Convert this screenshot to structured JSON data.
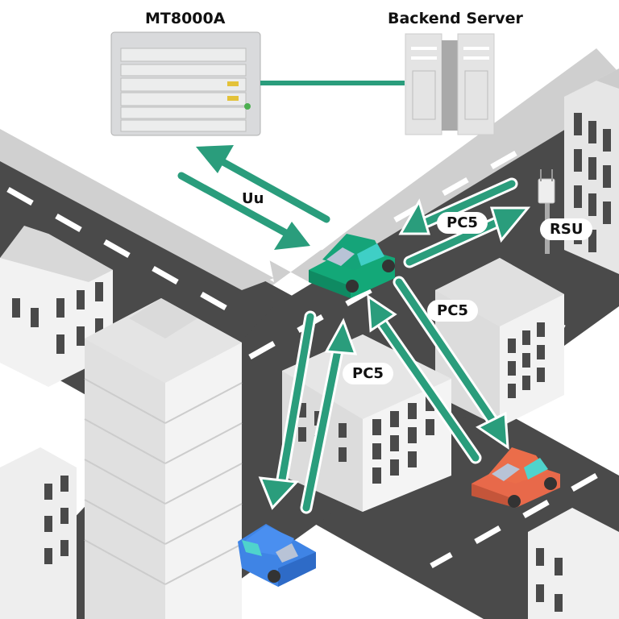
{
  "diagram": {
    "title_nodes": {
      "tester": "MT8000A",
      "server": "Backend Server"
    },
    "links": {
      "uu": "Uu",
      "pc5_rsu": "PC5",
      "pc5_red": "PC5",
      "pc5_blue": "PC5"
    },
    "rsu_label": "RSU",
    "colors": {
      "arrow": "#2a9d7c",
      "road": "#4a4a4a",
      "green_car": "#1aa47a",
      "red_car": "#e8694a",
      "blue_car": "#3f84e5",
      "building": "#f0f0f0"
    }
  }
}
